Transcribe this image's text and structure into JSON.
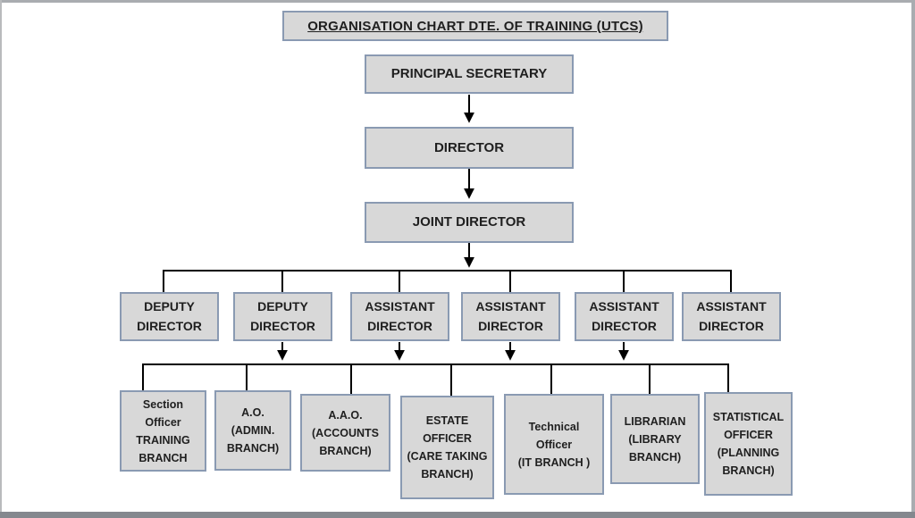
{
  "org": {
    "title": "ORGANISATION CHART DTE. OF TRAINING (UTCS)",
    "top_chain": [
      {
        "label": "PRINCIPAL SECRETARY"
      },
      {
        "label": "DIRECTOR"
      },
      {
        "label": "JOINT DIRECTOR"
      }
    ],
    "middle_row": [
      {
        "label": "DEPUTY\nDIRECTOR"
      },
      {
        "label": "DEPUTY\nDIRECTOR"
      },
      {
        "label": "ASSISTANT\nDIRECTOR"
      },
      {
        "label": "ASSISTANT\nDIRECTOR"
      },
      {
        "label": "ASSISTANT\nDIRECTOR"
      },
      {
        "label": "ASSISTANT\nDIRECTOR"
      }
    ],
    "bottom_row": [
      {
        "label": "Section\nOfficer\nTRAINING\nBRANCH"
      },
      {
        "label": "A.O.\n(ADMIN.\nBRANCH)"
      },
      {
        "label": "A.A.O.\n(ACCOUNTS\nBRANCH)"
      },
      {
        "label": "ESTATE\nOFFICER\n(CARE TAKING\nBRANCH)"
      },
      {
        "label": "Technical\nOfficer\n(IT BRANCH )"
      },
      {
        "label": "LIBRARIAN\n(LIBRARY\nBRANCH)"
      },
      {
        "label": "STATISTICAL\nOFFICER\n(PLANNING\nBRANCH)"
      }
    ]
  },
  "colors": {
    "node_fill": "#d8d8d8",
    "node_border": "#8a9ab2",
    "connector": "#000000",
    "frame": "#a9acb0",
    "frame_bottom": "#84888e",
    "text": "#1f1f1f"
  }
}
